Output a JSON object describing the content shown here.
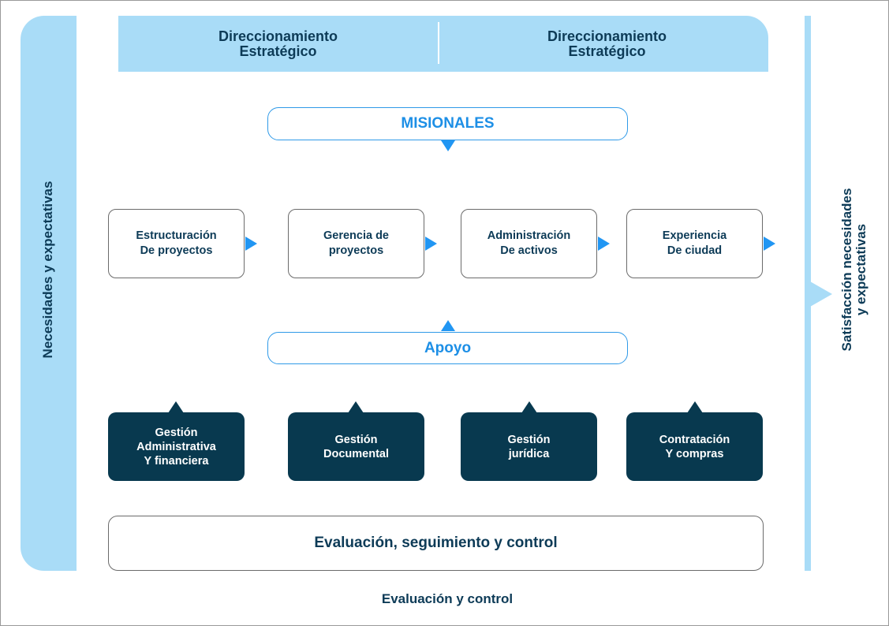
{
  "left_band": {
    "label": "Necesidades y expectativas"
  },
  "right_band": {
    "line1": "Satisfacción necesidades",
    "line2": "y expectativas"
  },
  "header": {
    "left": "Direccionamiento\nEstratégico",
    "right": "Direccionamiento\nEstratégico"
  },
  "misionales": {
    "label": "MISIONALES",
    "processes": [
      "Estructuración\nDe proyectos",
      "Gerencia de\nproyectos",
      "Administración\nDe activos",
      "Experiencia\nDe ciudad"
    ]
  },
  "apoyo": {
    "label": "Apoyo",
    "processes": [
      "Gestión\nAdministrativa\nY financiera",
      "Gestión\nDocumental",
      "Gestión\njurídica",
      "Contratación\nY compras"
    ]
  },
  "evaluacion_box": "Evaluación, seguimiento y control",
  "footer": "Evaluación y control",
  "colors": {
    "light_blue": "#a9dcf7",
    "accent_blue": "#2196f3",
    "dark_navy": "#08394f",
    "text_navy": "#0d3b57"
  }
}
